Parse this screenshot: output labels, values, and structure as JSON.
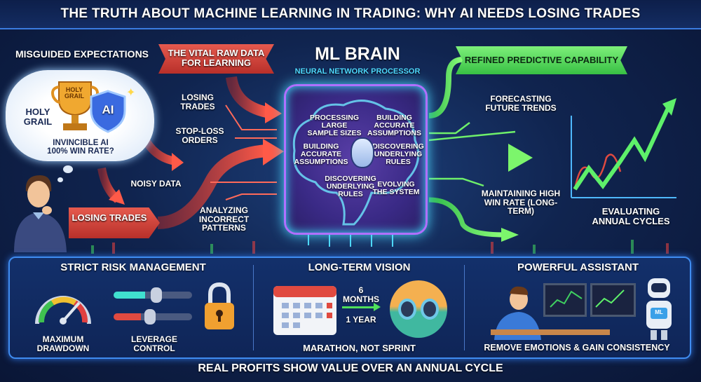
{
  "title": "The Truth About Machine Learning in Trading: Why AI Needs Losing Trades",
  "left": {
    "heading": "Misguided Expectations",
    "raw_data_banner": "The Vital Raw Data For Learning",
    "cloud": {
      "holy_grail": "Holy Grail",
      "trophy_label": "Holy Grail",
      "shield_label": "AI",
      "caption": "Invincible AI 100% Win Rate?"
    },
    "losing_trades_banner": "Losing Trades",
    "inputs": [
      "Losing Trades",
      "Stop-Loss Orders",
      "Noisy Data",
      "Analyzing Incorrect Patterns"
    ]
  },
  "center": {
    "title": "ML Brain",
    "subtitle": "Neural Network Processor",
    "processes": [
      "Processing Large Sample Sizes",
      "Building Accurate Assumptions",
      "Building Accurate Assumptions",
      "Discovering Underlying Rules",
      "Discovering Underlying Rules",
      "Evolving the System"
    ]
  },
  "right": {
    "banner": "Refined Predictive Capability",
    "outputs": [
      "Forecasting Future Trends",
      "Maintaining High Win Rate (Long-Term)",
      "Evaluating Annual Cycles"
    ]
  },
  "bottom": {
    "risk": {
      "title": "Strict Risk Management",
      "gauge_label": "Maximum Drawdown",
      "slider_label": "Leverage Control"
    },
    "vision": {
      "title": "Long-Term Vision",
      "period_1": "6 Months",
      "period_2": "1 Year",
      "caption": "Marathon, Not Sprint"
    },
    "assistant": {
      "title": "Powerful Assistant",
      "robot_badge": "ML",
      "caption": "Remove Emotions & Gain Consistency"
    }
  },
  "footer": "Real Profits Show Value Over an Annual Cycle",
  "colors": {
    "red": "#e0473c",
    "green": "#4fe05a",
    "cyan": "#4fd8ff",
    "purple": "#b070ff"
  }
}
